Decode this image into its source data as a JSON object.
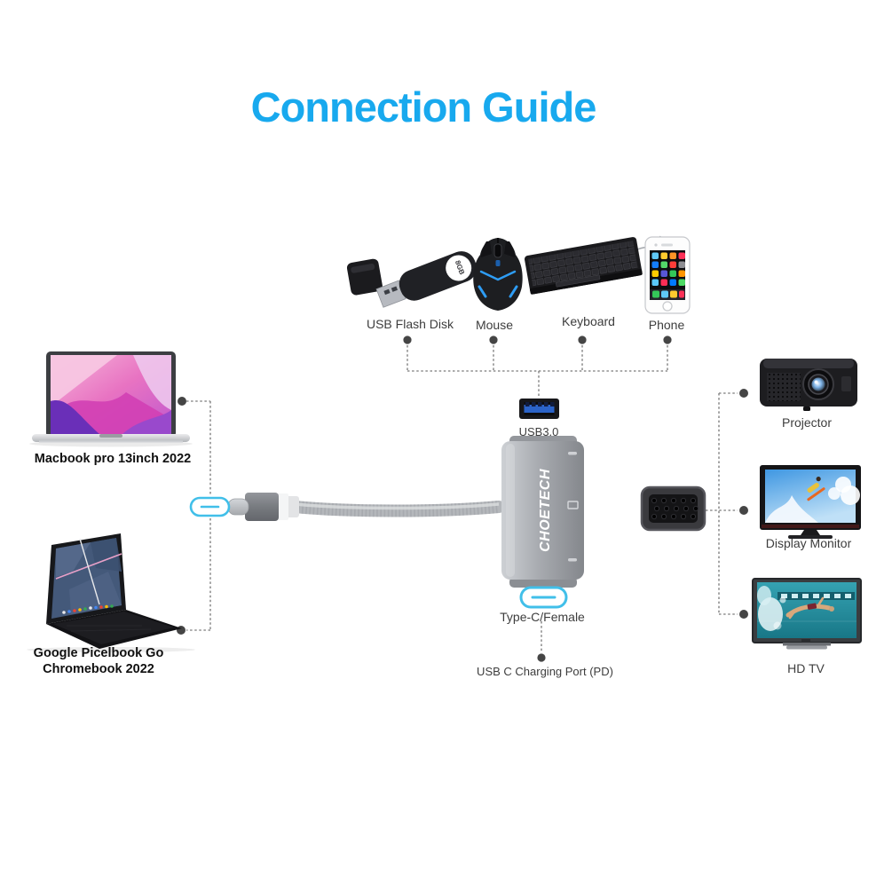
{
  "title": "Connection Guide",
  "devices": {
    "usb_flash_disk": {
      "label": "USB Flash Disk",
      "badge": "8GB"
    },
    "mouse": {
      "label": "Mouse"
    },
    "keyboard": {
      "label": "Keyboard"
    },
    "phone": {
      "label": "Phone"
    },
    "macbook": {
      "label": "Macbook pro 13inch 2022"
    },
    "chromebook": {
      "label_line1": "Google Picelbook Go",
      "label_line2": "Chromebook 2022"
    },
    "projector": {
      "label": "Projector"
    },
    "display_monitor": {
      "label": "Display Monitor"
    },
    "hd_tv": {
      "label": "HD TV"
    }
  },
  "hub": {
    "brand": "CHOETECH",
    "usb_port_label": "USB3.0",
    "typec_port_label": "Type-C/Female",
    "charging_port_label": "USB C Charging Port (PD)"
  },
  "colors": {
    "title_blue": "#18a9ee",
    "typec_cyan": "#41bfe9",
    "mouse_led_blue": "#2e9df5",
    "label_gray": "#3d3d3d",
    "line_gray": "#8f8f8f"
  }
}
